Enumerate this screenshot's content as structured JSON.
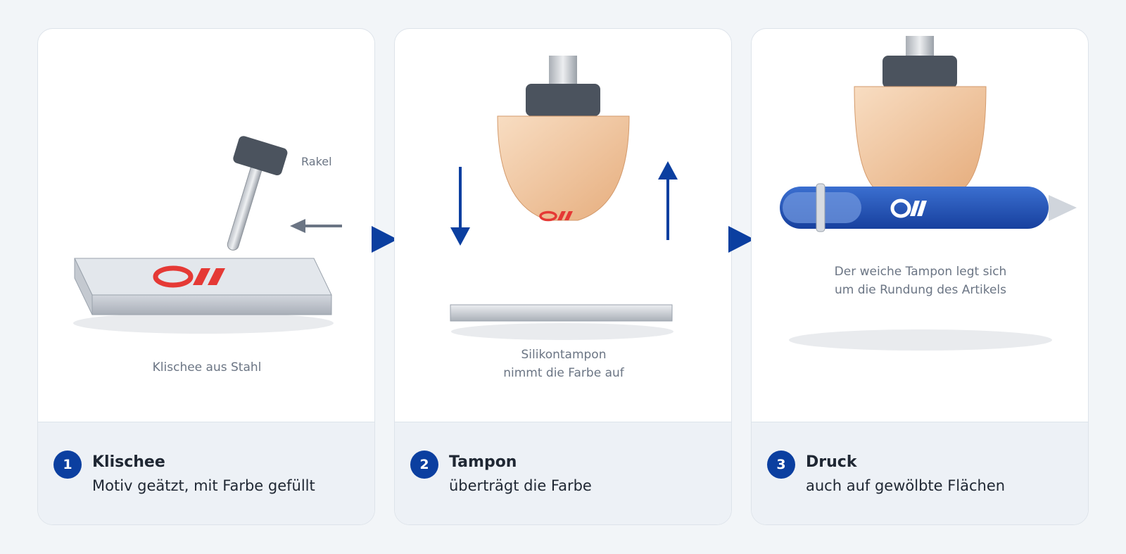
{
  "steps": [
    {
      "number": "1",
      "title": "Klischee",
      "subtitle": "Motiv geätzt, mit Farbe gefüllt",
      "caption": "Klischee aus Stahl",
      "tool_label": "Rakel"
    },
    {
      "number": "2",
      "title": "Tampon",
      "subtitle": "überträgt die Farbe",
      "caption_line1": "Silikontampon",
      "caption_line2": "nimmt die Farbe auf"
    },
    {
      "number": "3",
      "title": "Druck",
      "subtitle": "auch auf gewölbte Flächen",
      "caption_line1": "Der weiche Tampon legt sich",
      "caption_line2": "um die Rundung des Artikels"
    }
  ],
  "colors": {
    "accent": "#0b3fa0",
    "logo_red": "#e53935",
    "pen_blue": "#1f4fb4",
    "card_bg": "#ffffff",
    "footer_bg": "#edf1f6"
  }
}
